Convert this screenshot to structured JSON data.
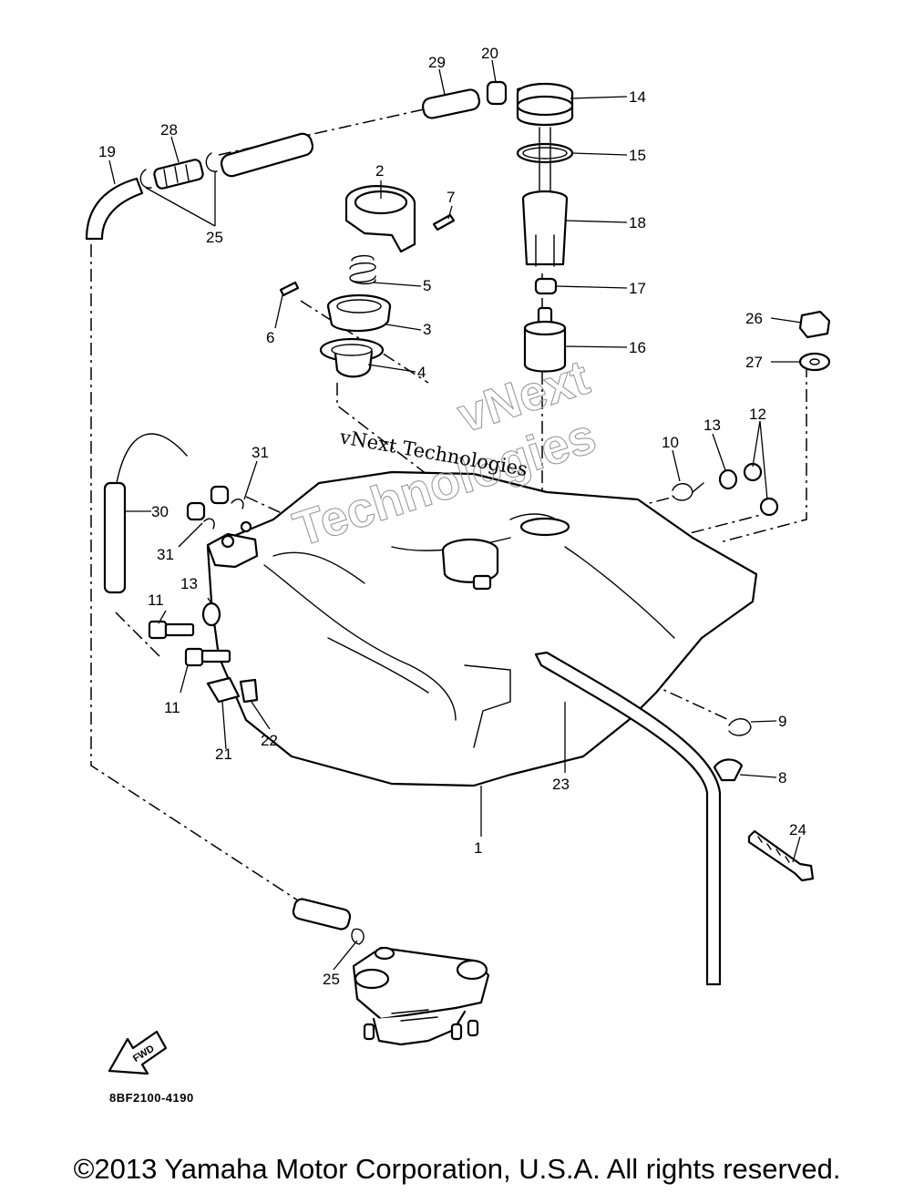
{
  "diagram": {
    "parts": [
      {
        "id": "1"
      },
      {
        "id": "2"
      },
      {
        "id": "3"
      },
      {
        "id": "4"
      },
      {
        "id": "5"
      },
      {
        "id": "6"
      },
      {
        "id": "7"
      },
      {
        "id": "8"
      },
      {
        "id": "9"
      },
      {
        "id": "10"
      },
      {
        "id": "11a",
        "label": "11"
      },
      {
        "id": "11b",
        "label": "11"
      },
      {
        "id": "12"
      },
      {
        "id": "13a",
        "label": "13"
      },
      {
        "id": "13b",
        "label": "13"
      },
      {
        "id": "14"
      },
      {
        "id": "15"
      },
      {
        "id": "16"
      },
      {
        "id": "17"
      },
      {
        "id": "18"
      },
      {
        "id": "19"
      },
      {
        "id": "20"
      },
      {
        "id": "21"
      },
      {
        "id": "22"
      },
      {
        "id": "23"
      },
      {
        "id": "24"
      },
      {
        "id": "25a",
        "label": "25"
      },
      {
        "id": "25b",
        "label": "25"
      },
      {
        "id": "26"
      },
      {
        "id": "27"
      },
      {
        "id": "28"
      },
      {
        "id": "29"
      },
      {
        "id": "30"
      },
      {
        "id": "31a",
        "label": "31"
      },
      {
        "id": "31b",
        "label": "31"
      }
    ],
    "labels": {
      "p1": "1",
      "p2": "2",
      "p3": "3",
      "p4": "4",
      "p5": "5",
      "p6": "6",
      "p7": "7",
      "p8": "8",
      "p9": "9",
      "p10": "10",
      "p11a": "11",
      "p11b": "11",
      "p12": "12",
      "p13a": "13",
      "p13b": "13",
      "p14": "14",
      "p15": "15",
      "p16": "16",
      "p17": "17",
      "p18": "18",
      "p19": "19",
      "p20": "20",
      "p21": "21",
      "p22": "22",
      "p23": "23",
      "p24": "24",
      "p25a": "25",
      "p25b": "25",
      "p26": "26",
      "p27": "27",
      "p28": "28",
      "p29": "29",
      "p30": "30",
      "p31a": "31",
      "p31b": "31"
    },
    "fwd_marker": "FWD",
    "code": "8BF2100-4190"
  },
  "watermark": {
    "line1": "vNext",
    "line2": "Technologies",
    "caption": "vNext Technologies"
  },
  "footer": {
    "copyright": "©2013 Yamaha Motor Corporation, U.S.A. All rights reserved."
  },
  "colors": {
    "ink": "#000000",
    "background": "#ffffff",
    "watermark_outline": "#9a9a9a"
  }
}
